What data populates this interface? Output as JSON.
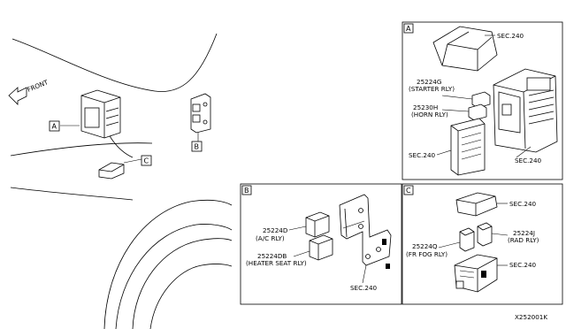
{
  "diagram": {
    "front_label": "FRONT",
    "overview_tags": [
      "A",
      "B",
      "C"
    ],
    "diagram_id": "X252001K",
    "panel_a": {
      "tag": "A",
      "sec_top": "SEC.240",
      "starter_part": "25224G",
      "starter_desc": "(STARTER RLY)",
      "horn_part": "25230H",
      "horn_desc": "(HORN RLY)",
      "sec_left": "SEC.240",
      "sec_right": "SEC.240"
    },
    "panel_b": {
      "tag": "B",
      "ac_part": "25224D",
      "ac_desc": "(A/C RLY)",
      "heater_part": "25224DB",
      "heater_desc": "(HEATER SEAT RLY)",
      "sec_bottom": "SEC.240"
    },
    "panel_c": {
      "tag": "C",
      "sec_top": "SEC.240",
      "rad_part": "25224J",
      "rad_desc": "(RAD RLY)",
      "fog_part": "25224Q",
      "fog_desc": "(FR FOG RLY)",
      "sec_bottom": "SEC.240"
    }
  }
}
